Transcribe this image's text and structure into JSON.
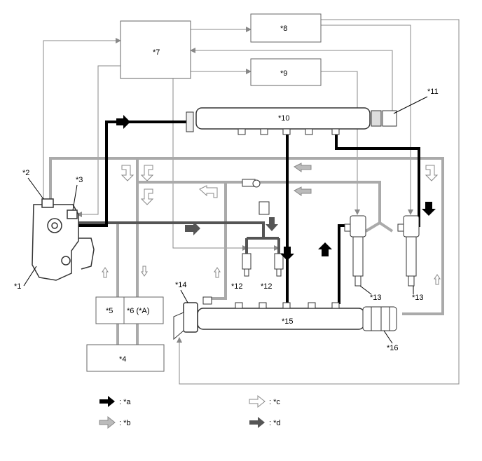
{
  "labels": {
    "l1": "*1",
    "l2": "*2",
    "l3": "*3",
    "l4": "*4",
    "l5": "*5",
    "l6": "*6 (*A)",
    "l7": "*7",
    "l8": "*8",
    "l9": "*9",
    "l10": "*10",
    "l11": "*11",
    "l12a": "*12",
    "l12b": "*12",
    "l13a": "*13",
    "l13b": "*13",
    "l14": "*14",
    "l15": "*15",
    "l16": "*16"
  },
  "legend": {
    "a": ": *a",
    "b": ": *b",
    "c": ": *c",
    "d": ": *d"
  },
  "colors": {
    "black_line": "#000000",
    "gray_line": "#a6a6a6",
    "dark_line": "#4d4d4d",
    "signal_line": "#808080"
  }
}
